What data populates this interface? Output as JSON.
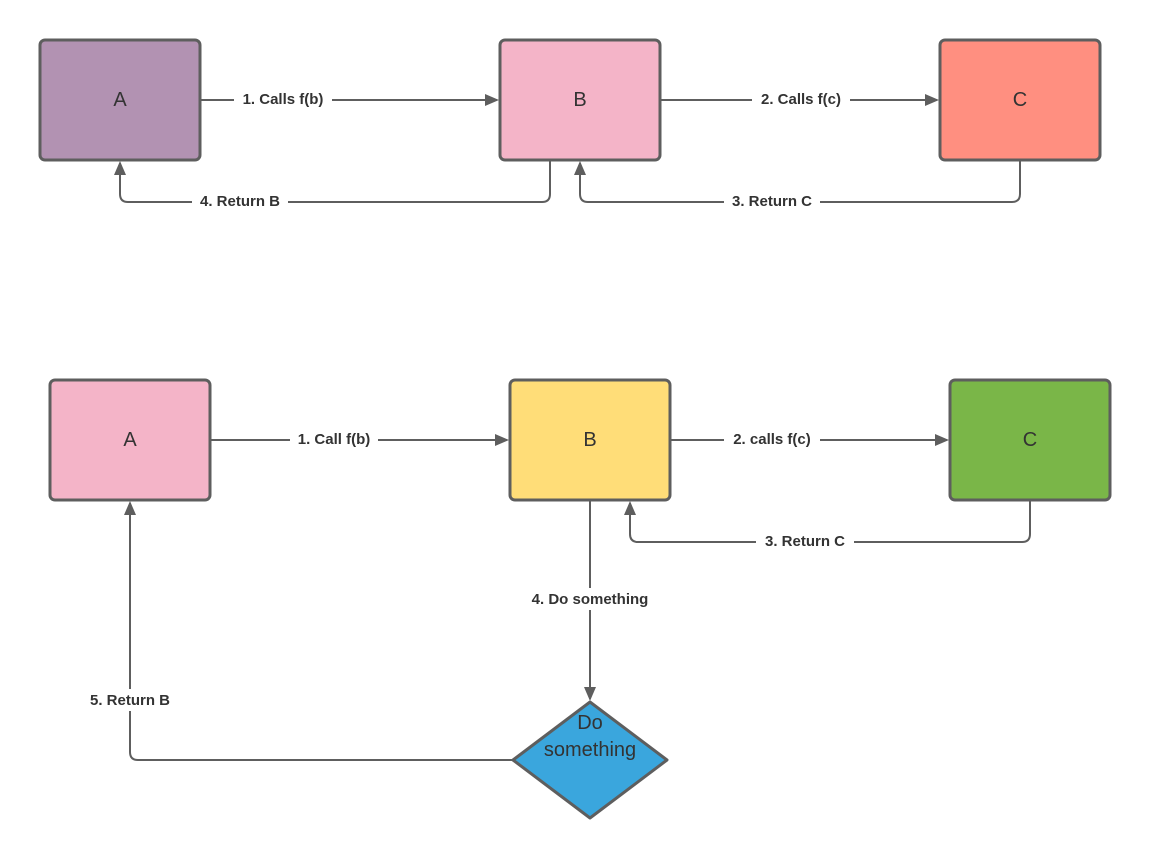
{
  "colors": {
    "stroke": "#5e5e5e",
    "text": "#333333",
    "purple": "#b292b2",
    "pink": "#f4b4c8",
    "salmon": "#ff8f80",
    "yellow": "#ffdd78",
    "green": "#7ab648",
    "blue": "#3aa6dd"
  },
  "top_flow": {
    "node_a": "A",
    "node_b": "B",
    "node_c": "C",
    "edge_1": "1. Calls f(b)",
    "edge_2": "2. Calls f(c)",
    "edge_3": "3. Return C",
    "edge_4": "4. Return B"
  },
  "bottom_flow": {
    "node_a": "A",
    "node_b": "B",
    "node_c": "C",
    "decision_line1": "Do",
    "decision_line2": "something",
    "edge_1": "1. Call f(b)",
    "edge_2": "2. calls f(c)",
    "edge_3": "3. Return C",
    "edge_4": "4. Do something",
    "edge_5": "5. Return B"
  }
}
